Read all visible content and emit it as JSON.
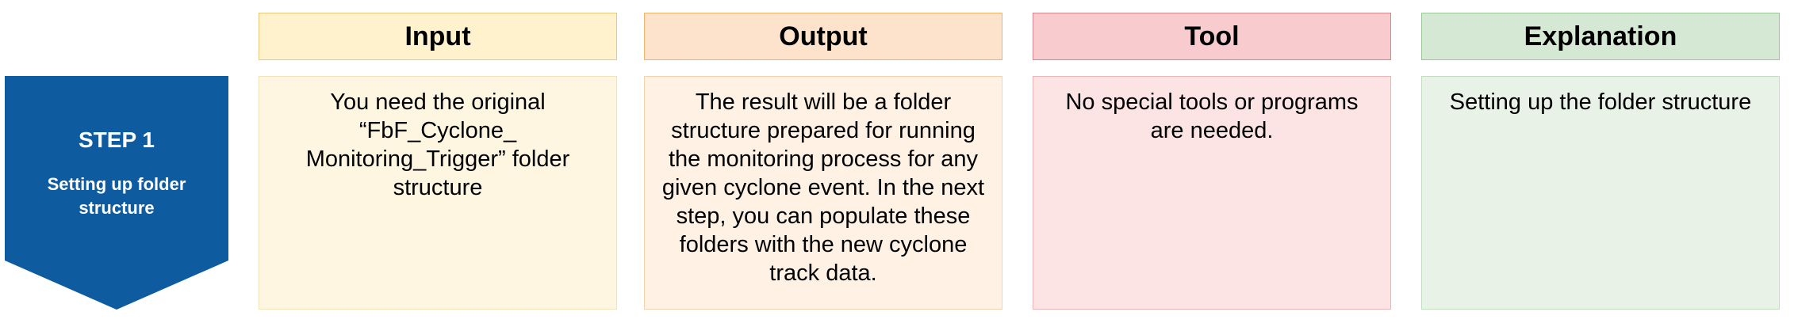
{
  "step": {
    "title": "STEP 1",
    "subtitle": "Setting up folder structure",
    "color": "#0f5ba0"
  },
  "columns": [
    {
      "header": "Input",
      "body": "You need the original “FbF_Cyclone_ Monitoring_Trigger” folder structure"
    },
    {
      "header": "Output",
      "body": "The result will be a folder structure prepared for running the monitoring process for any given cyclone event. In the next step, you can populate these folders with the new cyclone track data."
    },
    {
      "header": "Tool",
      "body": "No special tools or programs are needed."
    },
    {
      "header": "Explanation",
      "body": "Setting up the folder structure"
    }
  ],
  "colors": {
    "input_header": "#fff2cc",
    "output_header": "#fee3cc",
    "tool_header": "#f8cccf",
    "explanation_header": "#d5e8d4"
  }
}
